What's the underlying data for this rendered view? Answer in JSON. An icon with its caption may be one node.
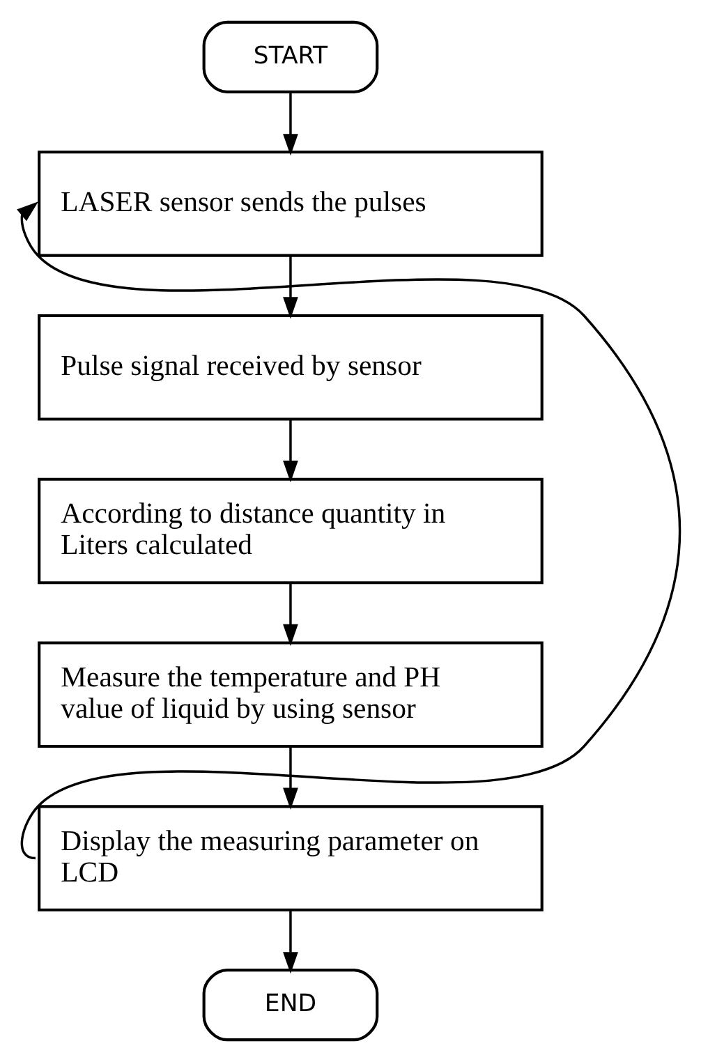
{
  "diagram": {
    "nodes": [
      {
        "text": [
          "START"
        ]
      },
      {
        "text": [
          "LASER sensor sends the pulses"
        ]
      },
      {
        "text": [
          "Pulse signal received by sensor"
        ]
      },
      {
        "text": [
          "According to distance quantity in Liters calculated"
        ]
      },
      {
        "text": [
          "Measure the temperature and PH value of liquid by using sensor"
        ]
      },
      {
        "text": [
          "Display the measuring parameter on LCD"
        ]
      },
      {
        "text": [
          "END"
        ]
      }
    ],
    "edges": [
      {
        "from": 0,
        "to": 1,
        "arrow": "to"
      },
      {
        "from": 1,
        "to": 2,
        "arrow": "to"
      },
      {
        "from": 2,
        "to": 3,
        "arrow": "to"
      },
      {
        "from": 3,
        "to": 4,
        "arrow": "to"
      },
      {
        "from": 4,
        "to": 5,
        "arrow": "to"
      },
      {
        "from": 5,
        "to": 6,
        "arrow": "to"
      },
      {
        "from": 5,
        "to": 1,
        "arrow": "to"
      }
    ]
  }
}
